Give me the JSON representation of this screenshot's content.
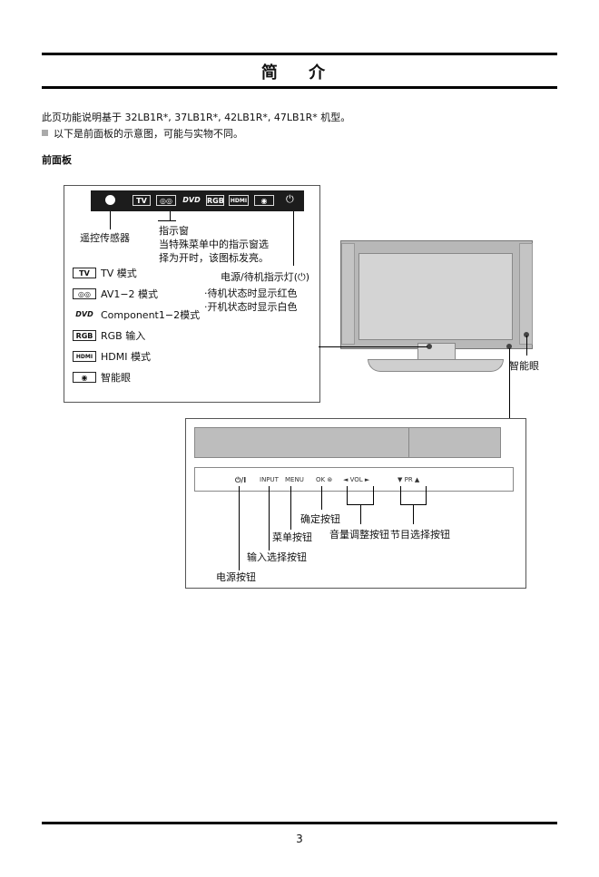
{
  "page": {
    "title": "简 介",
    "intro": "此页功能说明基于 32LB1R*, 37LB1R*, 42LB1R*, 47LB1R* 机型。",
    "bullet": "以下是前面板的示意图，可能与实物不同。",
    "section_heading": "前面板",
    "page_number": "3"
  },
  "indicator_strip": {
    "remote_sensor_label": "遥控传感器",
    "window_label": "指示窗",
    "window_desc_1": "当特殊菜单中的指示窗选",
    "window_desc_2": "择为开时，该图标发亮。",
    "power_label": "电源/待机指示灯(⏻)",
    "power_desc_1": "·待机状态时显示红色",
    "power_desc_2": "·开机状态时显示白色",
    "chips": [
      "TV",
      "◎◎",
      "DVD",
      "RGB",
      "HDMI",
      "◉"
    ]
  },
  "legend": [
    {
      "icon": "TV",
      "text": "TV 模式"
    },
    {
      "icon": "◎◎",
      "text": "AV1−2 模式"
    },
    {
      "icon": "DVD",
      "text": "Component1−2模式"
    },
    {
      "icon": "RGB",
      "text": "RGB 输入"
    },
    {
      "icon": "HDMI",
      "text": "HDMI 模式"
    },
    {
      "icon": "◉",
      "text": "智能眼"
    }
  ],
  "tv": {
    "intelligent_eye_label": "智能眼"
  },
  "control_panel": {
    "power_symbol": "⏻/I",
    "input": "INPUT",
    "menu": "MENU",
    "ok": "OK ⊛",
    "vol": "◄  VOL  ►",
    "pr": "▼  PR  ▲",
    "ok_label": "确定按钮",
    "vol_label": "音量调整按钮",
    "pr_label": "节目选择按钮",
    "menu_label": "菜单按钮",
    "input_label": "输入选择按钮",
    "power_label": "电源按钮"
  }
}
